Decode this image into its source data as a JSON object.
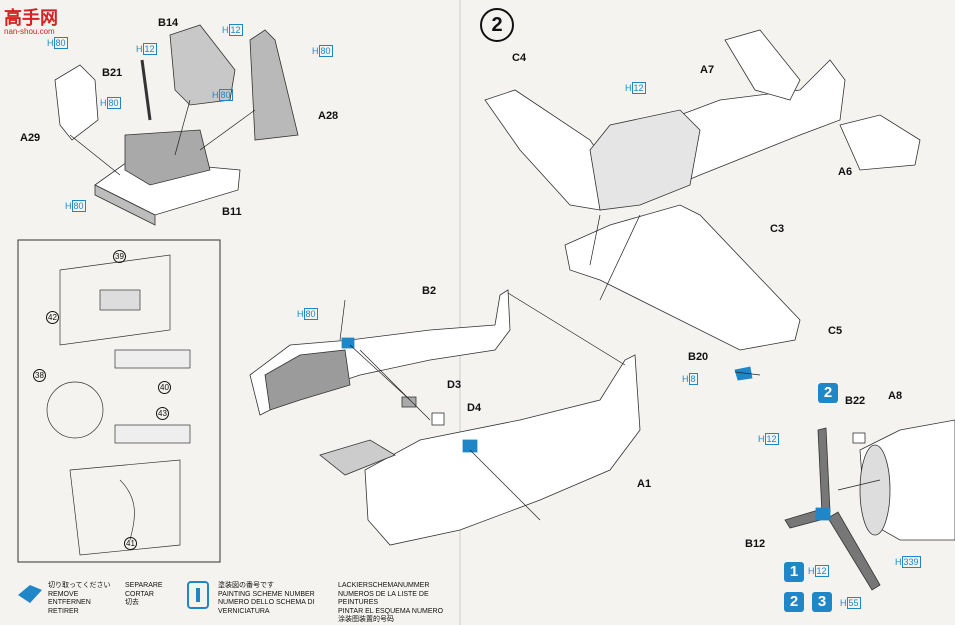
{
  "watermark": {
    "brand": "高手网",
    "url": "nan-shou.com"
  },
  "step_main": "2",
  "parts": {
    "b14": "B14",
    "b21": "B21",
    "a29": "A29",
    "a28": "A28",
    "b11": "B11",
    "c4": "C4",
    "a7": "A7",
    "a6": "A6",
    "c3": "C3",
    "c5": "C5",
    "b2": "B2",
    "d3": "D3",
    "d4": "D4",
    "a1": "A1",
    "b20": "B20",
    "b22": "B22",
    "a8": "A8",
    "b12": "B12"
  },
  "paint": {
    "h80_a": "80",
    "h12_a": "12",
    "h12_b": "12",
    "h80_b": "80",
    "h80_c": "80",
    "h80_d": "80",
    "h80_e": "80",
    "h12_c": "12",
    "h8": "8",
    "h12_d": "12",
    "h339": "339",
    "h12_e": "12",
    "h55": "55",
    "prefix": "H"
  },
  "detail_numbers": {
    "n39": "39",
    "n42": "42",
    "n38": "38",
    "n40": "40",
    "n43": "43",
    "n41": "41"
  },
  "steps_blue": {
    "s2": "2",
    "s1": "1",
    "s2b": "2",
    "s3": "3"
  },
  "legend": {
    "remove_jp": "切り取ってください",
    "remove_en": "REMOVE",
    "remove_de": "ENTFERNEN",
    "remove_fr": "RETIRER",
    "remove_es": "SEPARARE",
    "remove_it": "CORTAR",
    "remove_cn": "切去",
    "paint_jp": "塗装図の番号です",
    "paint_en": "PAINTING SCHEME NUMBER",
    "paint_it": "NUMERO DELLO SCHEMA DI VERNICIATURA",
    "paint_de": "LACKIERSCHEMANUMMER",
    "paint_fr": "NUMEROS DE LA LISTE DE PEINTURES",
    "paint_es": "PINTAR EL ESQUEMA NUMERO",
    "paint_cn": "涂装图装置的号码"
  }
}
